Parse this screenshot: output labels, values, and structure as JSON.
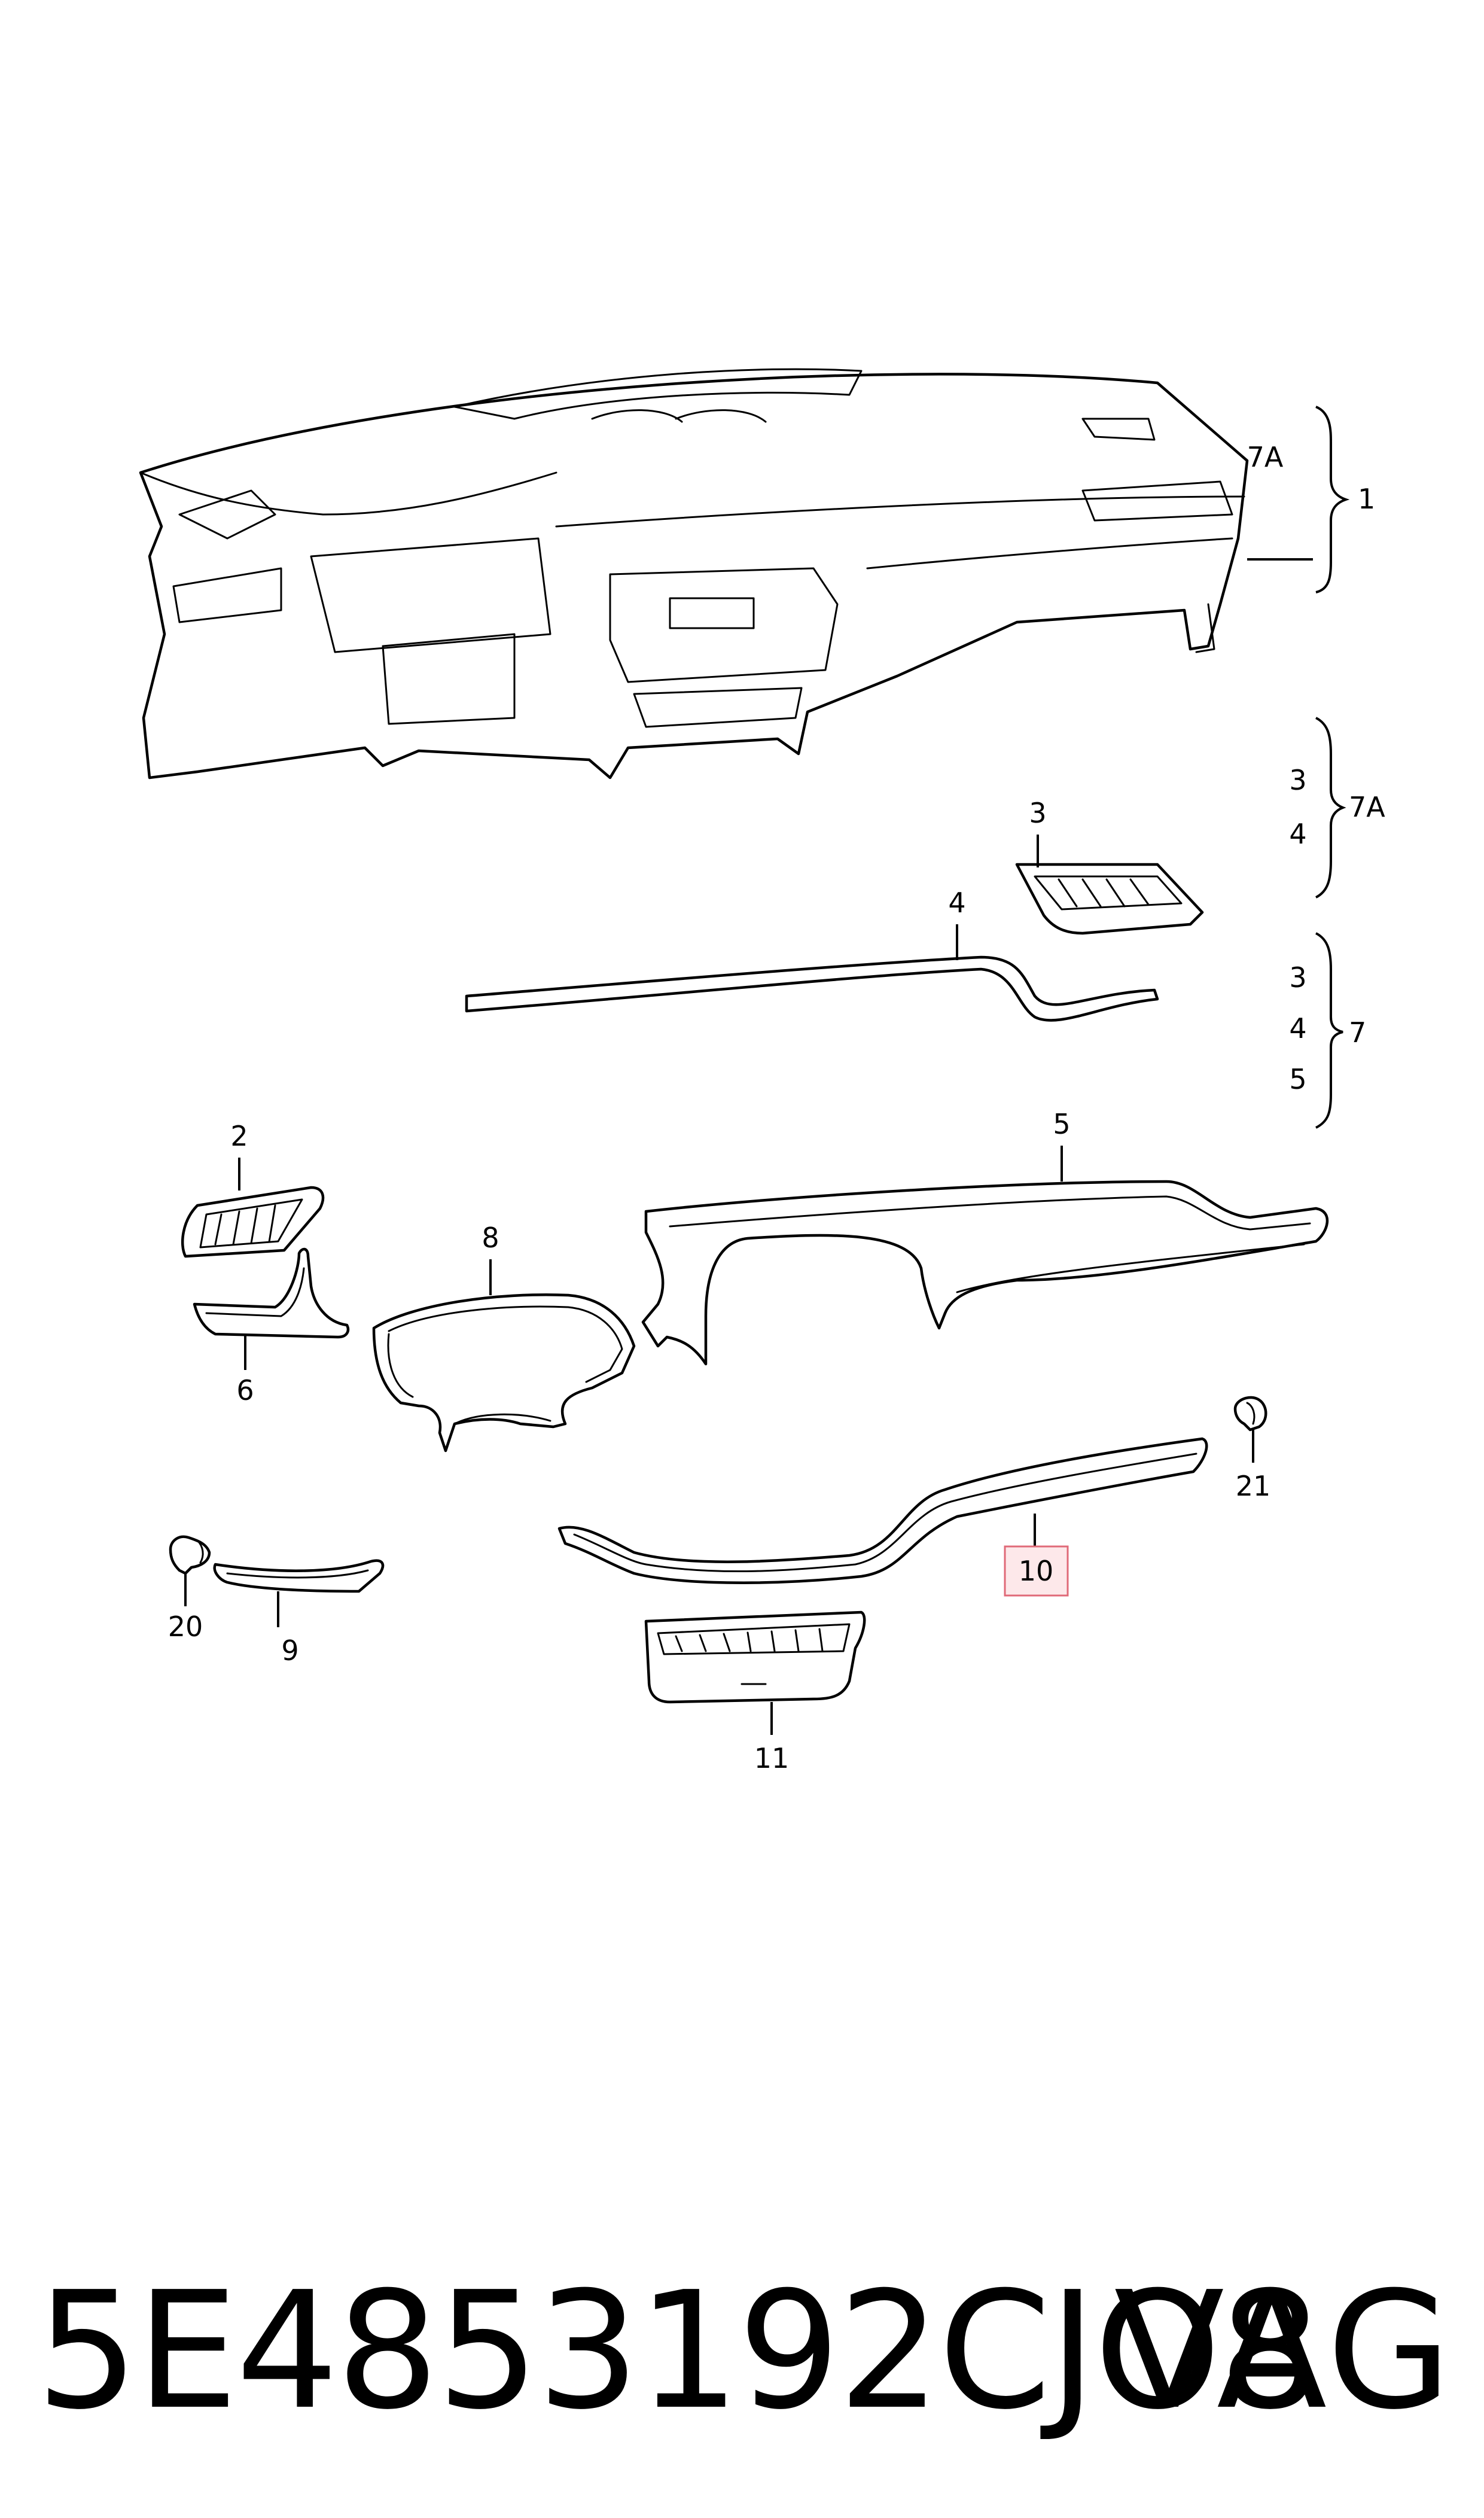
{
  "callouts": {
    "c1": "1",
    "c2": "2",
    "c3": "3",
    "c4": "4",
    "c5": "5",
    "c6": "6",
    "c7": "7",
    "c7A": "7A",
    "c8": "8",
    "c9": "9",
    "c10": "10",
    "c11": "11",
    "c20": "20",
    "c21": "21"
  },
  "groups": {
    "top": {
      "member": "7A",
      "label": "1"
    },
    "mid": {
      "members": [
        "3",
        "4"
      ],
      "label": "7A"
    },
    "low": {
      "members": [
        "3",
        "4",
        "5"
      ],
      "label": "7"
    }
  },
  "highlight": {
    "part": "10",
    "color": "#e06a78"
  },
  "footer": {
    "part_number": "5E4853192CJO8",
    "brand": "VAG"
  }
}
